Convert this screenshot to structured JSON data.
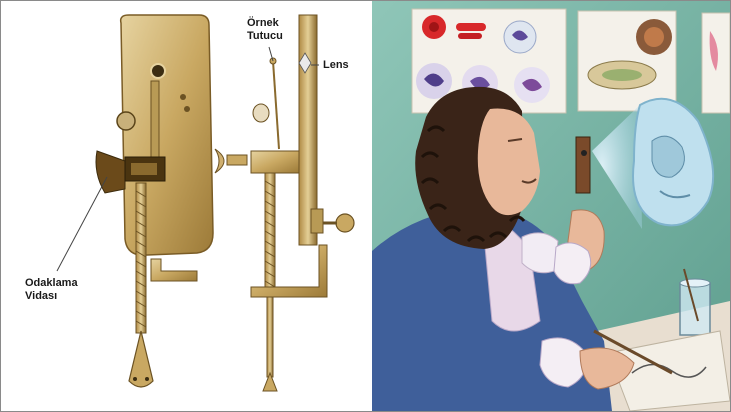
{
  "labels": {
    "ornek_tutucu_line1": "Örnek",
    "ornek_tutucu_line2": "Tutucu",
    "lens": "Lens",
    "odaklama_line1": "Odaklama",
    "odaklama_line2": "Vidası"
  },
  "colors": {
    "brass_light": "#d8c08a",
    "brass_dark": "#8a6a2e",
    "wall": "#7fb6a8",
    "coat": "#3f5f9a"
  }
}
